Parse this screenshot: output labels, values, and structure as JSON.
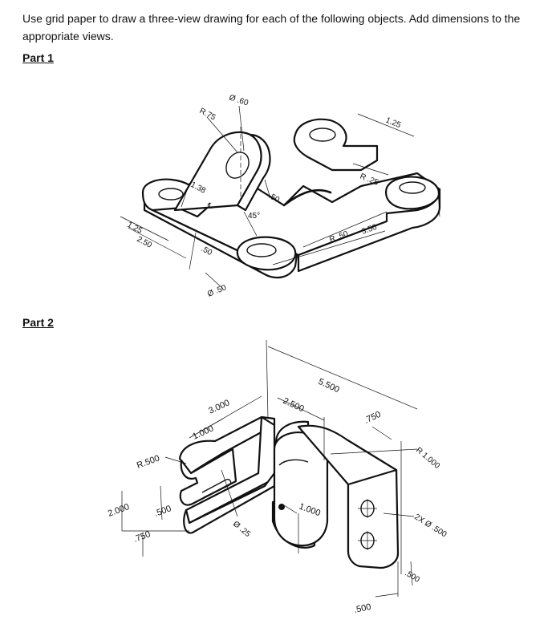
{
  "instructions": "Use grid paper to draw a three-view drawing for each of the following objects. Add dimensions to the appropriate views.",
  "part1": {
    "label": "Part 1",
    "dims": {
      "dia_60": "Ø .60",
      "r_75": "R.75",
      "d_138": "1.38",
      "centerline": "℄",
      "d_50_mid": ".50",
      "d_50_low": ".50",
      "dia_50": "Ø .50",
      "angle": "45°",
      "d_125_left": "1.25",
      "d_250": "2.50",
      "d_125_right": "1.25",
      "r_25": "R .25",
      "r_50": "R .50",
      "d_350": "3.50"
    }
  },
  "part2": {
    "label": "Part 2",
    "dims": {
      "d_5500": "5.500",
      "d_3000": "3.000",
      "d_2500": "2.500",
      "d_1000_top": "1.000",
      "d_750_top": ".750",
      "r_1000": "R 1.000",
      "r_500": "R.500",
      "d_2000": "2.000",
      "d_500_left": ".500",
      "d_750_left": ".750",
      "dia_25": "Ø .25",
      "d_1000_mid": "1.000",
      "holes": "2X Ø .500",
      "d_500_right": ".500",
      "d_500_bottom": ".500"
    }
  }
}
